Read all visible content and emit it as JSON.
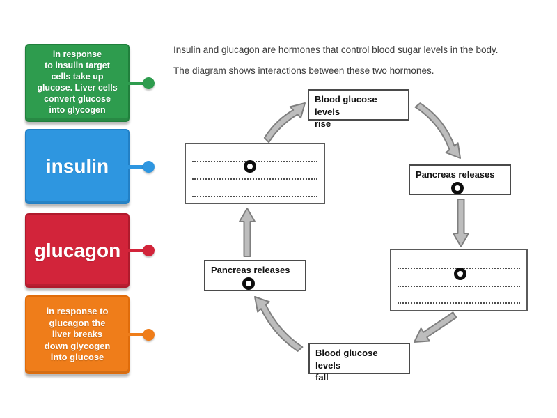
{
  "page": {
    "background_color": "#ffffff"
  },
  "instructions": {
    "line1": "Insulin and glucagon are hormones that control blood sugar levels in the body.",
    "line2": "The diagram shows interactions between these two hormones."
  },
  "draggable_labels": [
    {
      "name": "insulin-effect",
      "text": "in response\nto insulin target\ncells take up\nglucose. Liver cells\nconvert glucose\ninto glycogen",
      "color": "#2e9c4e",
      "border_color": "#20803c"
    },
    {
      "name": "insulin",
      "text": "insulin",
      "color": "#2e96e0",
      "border_color": "#2280c6"
    },
    {
      "name": "glucagon",
      "text": "glucagon",
      "color": "#d2243a",
      "border_color": "#b01a2c"
    },
    {
      "name": "glucagon-effect",
      "text": "in response to\nglucagon the\nliver breaks\ndown glycogen\ninto glucose",
      "color": "#ef7d1a",
      "border_color": "#e06c0a"
    }
  ],
  "diagram": {
    "boxes": {
      "blood_rise": "Blood glucose levels\nrise",
      "pancreas_right": "Pancreas releases",
      "pancreas_left": "Pancreas releases",
      "blood_fall": "Blood glucose levels\nfall"
    },
    "drop_target_icon": "black-ring",
    "arrow_fill_color": "#bdbdbd",
    "arrow_outline_color": "#7f7f7f"
  }
}
